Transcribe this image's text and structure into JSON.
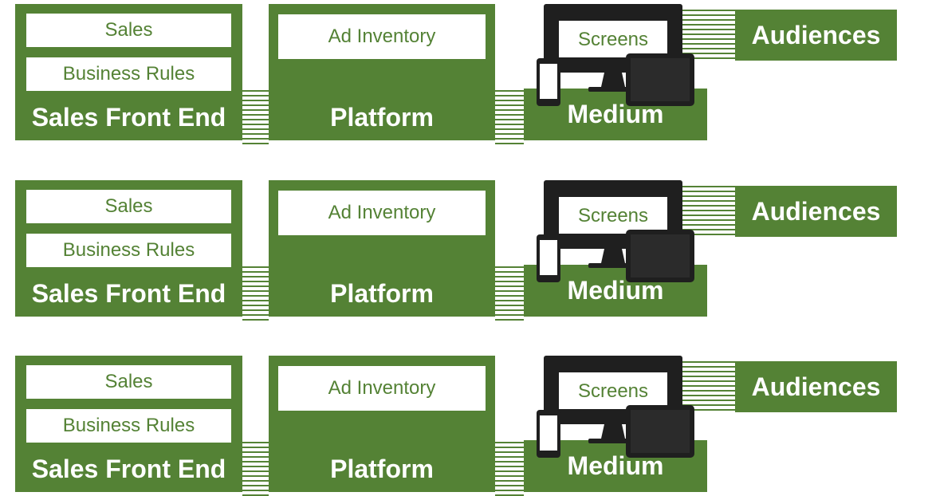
{
  "colors": {
    "green": "#548235",
    "device_frame": "#1f1f1f",
    "device_glass": "#2b2b2b"
  },
  "rows": [
    {
      "sales_front_end": {
        "title": "Sales Front End",
        "items": [
          "Sales",
          "Business Rules"
        ]
      },
      "platform": {
        "title": "Platform",
        "items": [
          "Ad Inventory"
        ]
      },
      "medium": {
        "title": "Medium",
        "screens_label": "Screens",
        "icon": "devices-icon"
      },
      "audiences": {
        "title": "Audiences"
      }
    },
    {
      "sales_front_end": {
        "title": "Sales Front End",
        "items": [
          "Sales",
          "Business Rules"
        ]
      },
      "platform": {
        "title": "Platform",
        "items": [
          "Ad Inventory"
        ]
      },
      "medium": {
        "title": "Medium",
        "screens_label": "Screens",
        "icon": "devices-icon"
      },
      "audiences": {
        "title": "Audiences"
      }
    },
    {
      "sales_front_end": {
        "title": "Sales Front End",
        "items": [
          "Sales",
          "Business Rules"
        ]
      },
      "platform": {
        "title": "Platform",
        "items": [
          "Ad Inventory"
        ]
      },
      "medium": {
        "title": "Medium",
        "screens_label": "Screens",
        "icon": "devices-icon"
      },
      "audiences": {
        "title": "Audiences"
      }
    }
  ]
}
